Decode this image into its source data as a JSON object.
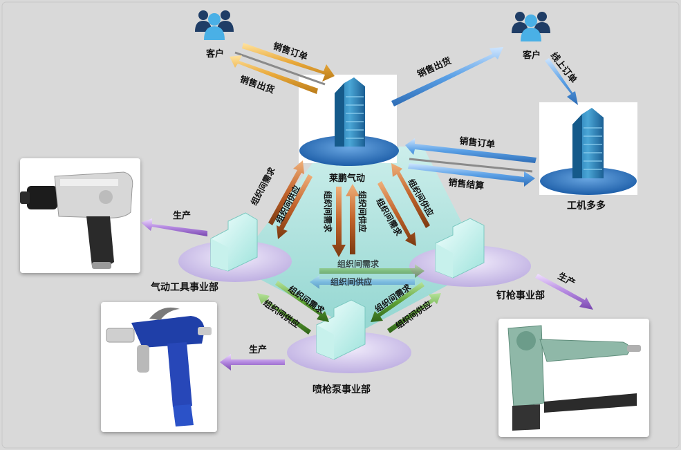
{
  "diagram": {
    "nodes": {
      "customer_left": "客户",
      "customer_right": "客户",
      "hq": "莱鹏气动",
      "platform": "工机多多",
      "pneumatic_tools": "气动工具事业部",
      "nail_gun": "钉枪事业部",
      "spray_gun_pump": "喷枪泵事业部"
    },
    "flows": {
      "sales_order_left": "销售订单",
      "sales_shipment_left": "销售出货",
      "sales_shipment_right": "销售出货",
      "online_order": "线上订单",
      "sales_order_platform": "销售订单",
      "sales_settlement": "销售结算",
      "inter_demand": "组织间需求",
      "inter_supply": "组织间供应",
      "production": "生产"
    },
    "colors": {
      "sales_orange": "#e9a93a",
      "sales_blue": "#4a90d9",
      "org_brown": "#a8531b",
      "org_green": "#4c8c2b",
      "production_purple": "#9a66cc",
      "platform_teal": "#8fe0d8",
      "disc_purple": "#d4c9ec",
      "disc_blue": "#2f6fb4"
    },
    "icons": {
      "customer": "people-group-icon",
      "building": "skyscraper-icon",
      "division": "factory-blocks-icon",
      "impact_wrench": "impact-wrench-photo",
      "spray_gun": "spray-gun-photo",
      "nail_gun": "nail-gun-photo"
    }
  }
}
